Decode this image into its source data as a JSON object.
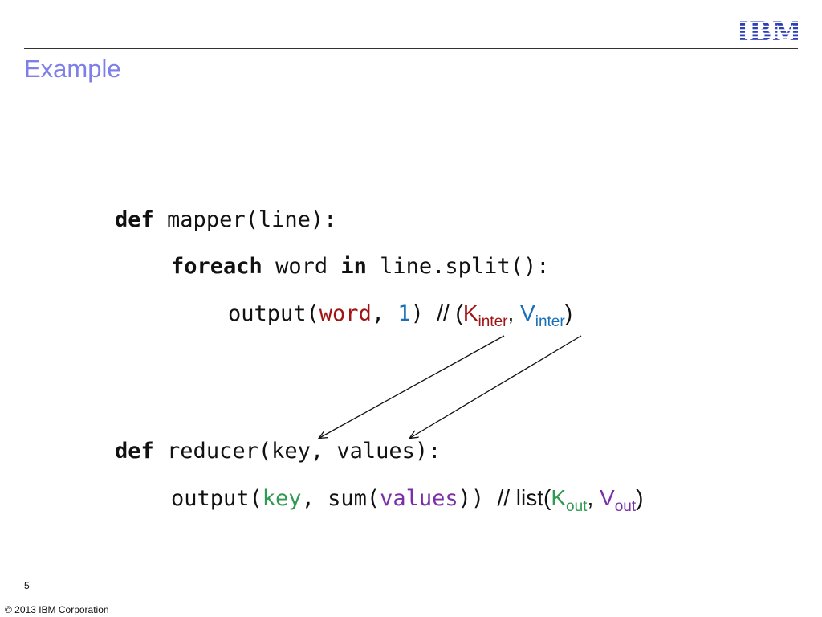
{
  "header": {
    "logo_text": "IBM",
    "title": "Example"
  },
  "code": {
    "mapper_def_kw": "def",
    "mapper_sig": "mapper(line):",
    "foreach_kw": "foreach",
    "loop_word": "word",
    "in_kw": "in",
    "loop_expr": "line.split():",
    "output_fn": "output(",
    "output_arg1": "word",
    "output_comma": ", ",
    "output_arg2": "1",
    "output_close": ")",
    "comment1_prefix": "// (",
    "k_letter": "K",
    "k_sub": "inter",
    "sep": ", ",
    "v_letter": "V",
    "v_sub": "inter",
    "comment1_close": ")",
    "reducer_def_kw": "def",
    "reducer_sig": "reducer(key, values):",
    "out2_fn": "output(",
    "out2_key": "key",
    "out2_mid": ", sum(",
    "out2_values": "values",
    "out2_close": "))",
    "comment2_prefix": "// list(",
    "kout_letter": "K",
    "kout_sub": "out",
    "sep2": ", ",
    "vout_letter": "V",
    "vout_sub": "out",
    "comment2_close": ")"
  },
  "footer": {
    "page_number": "5",
    "copyright": "© 2013 IBM Corporation"
  },
  "colors": {
    "title": "#7f7fe8",
    "logo": "#2b3fb8",
    "key_red": "#a01414",
    "value_blue": "#1a70b8",
    "key_green": "#2f9a52",
    "values_purple": "#7b2fa6"
  }
}
